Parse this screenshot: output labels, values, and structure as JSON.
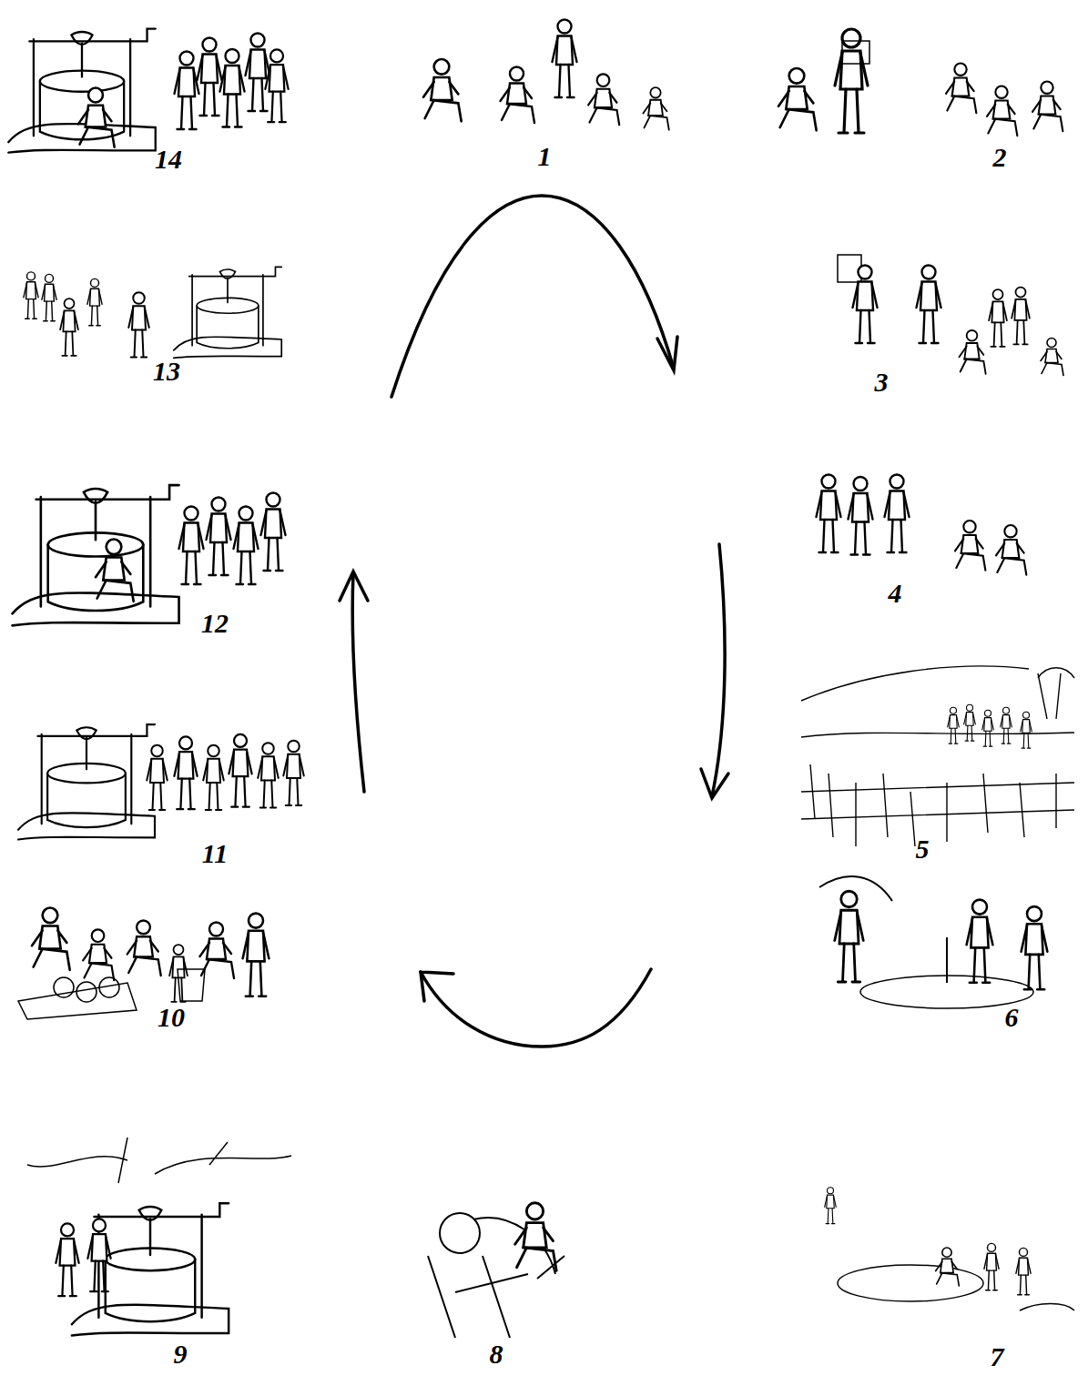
{
  "diagram": {
    "labels": [
      "14",
      "1",
      "2",
      "13",
      "3",
      "4",
      "12",
      "11",
      "5",
      "10",
      "6",
      "9",
      "8",
      "7"
    ]
  }
}
